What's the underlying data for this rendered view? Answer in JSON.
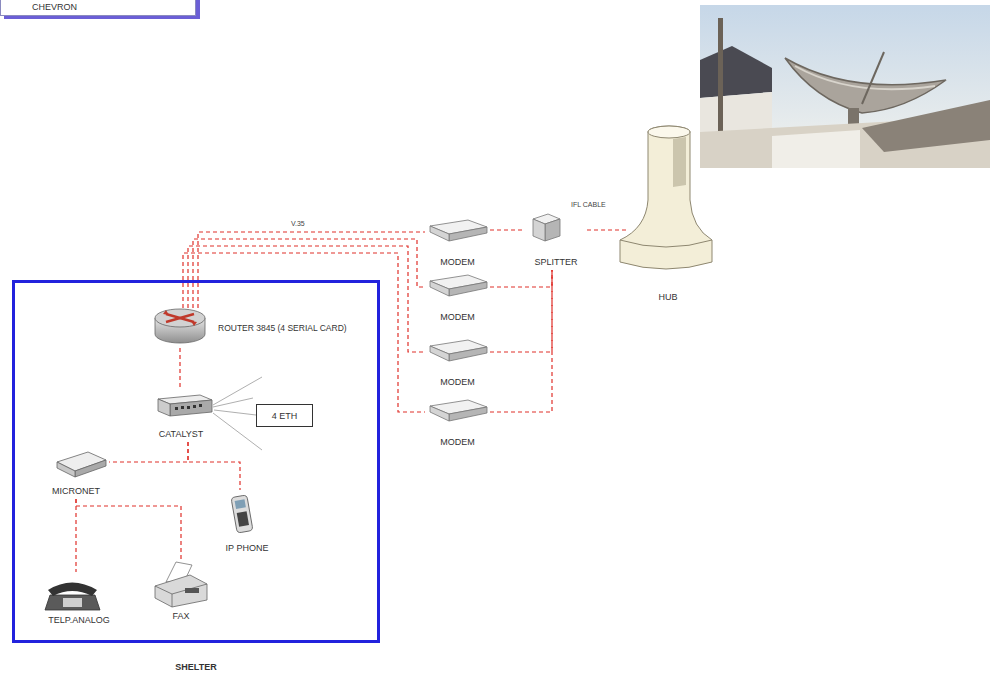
{
  "diagram": {
    "nodes": [
      {
        "text": [
          "CHEVRON"
        ]
      },
      {
        "text": [
          "SHELTER"
        ]
      },
      {
        "text": [
          "ROUTER 3845 (4 SERIAL CARD)"
        ],
        "in": 1
      },
      {
        "text": [
          "CATALYST"
        ],
        "in": 1
      },
      {
        "text": [
          "4 ETH"
        ],
        "in": 1
      },
      {
        "text": [
          "MICRONET"
        ],
        "in": 1
      },
      {
        "text": [
          "IP PHONE"
        ],
        "in": 1
      },
      {
        "text": [
          "TELP.ANALOG"
        ],
        "in": 1
      },
      {
        "text": [
          "FAX"
        ],
        "in": 1
      },
      {
        "text": [
          "MODEM"
        ]
      },
      {
        "text": [
          "MODEM"
        ]
      },
      {
        "text": [
          "MODEM"
        ]
      },
      {
        "text": [
          "MODEM"
        ]
      },
      {
        "text": [
          "SPLITTER"
        ]
      },
      {
        "text": [
          "HUB"
        ]
      }
    ],
    "edges": [
      {
        "from": 2,
        "to": 9,
        "arrow": "none",
        "label": "V.35"
      },
      {
        "from": 2,
        "to": 10,
        "arrow": "none"
      },
      {
        "from": 2,
        "to": 11,
        "arrow": "none"
      },
      {
        "from": 2,
        "to": 12,
        "arrow": "none"
      },
      {
        "from": 9,
        "to": 13,
        "arrow": "none"
      },
      {
        "from": 10,
        "to": 13,
        "arrow": "none"
      },
      {
        "from": 11,
        "to": 13,
        "arrow": "none"
      },
      {
        "from": 12,
        "to": 13,
        "arrow": "none"
      },
      {
        "from": 13,
        "to": 14,
        "arrow": "none",
        "label": "IFL CABLE"
      },
      {
        "from": 2,
        "to": 3,
        "arrow": "none"
      },
      {
        "from": 3,
        "to": 4,
        "arrow": "none"
      },
      {
        "from": 3,
        "to": 5,
        "arrow": "none"
      },
      {
        "from": 3,
        "to": 6,
        "arrow": "none"
      },
      {
        "from": 5,
        "to": 7,
        "arrow": "none"
      },
      {
        "from": 5,
        "to": 8,
        "arrow": "none"
      }
    ]
  }
}
